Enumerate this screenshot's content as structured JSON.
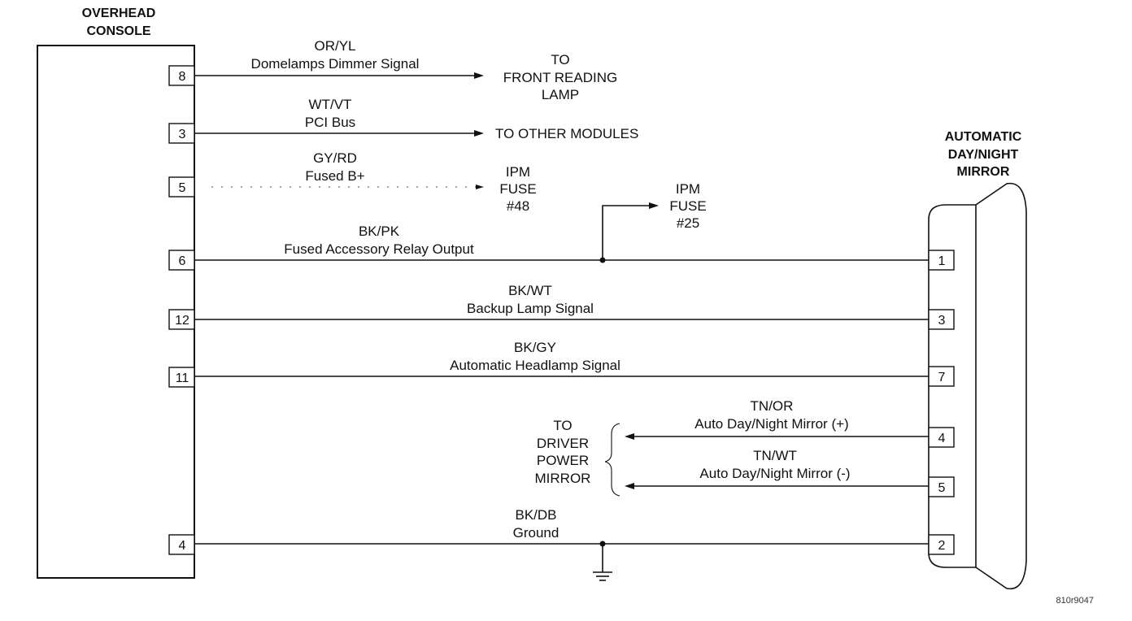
{
  "overhead_console": {
    "line1": "OVERHEAD",
    "line2": "CONSOLE"
  },
  "mirror": {
    "line1": "AUTOMATIC",
    "line2": "DAY/NIGHT",
    "line3": "MIRROR"
  },
  "circuits": [
    {
      "console_pin": "8",
      "color": "OR/YL",
      "desc": "Domelamps Dimmer Signal"
    },
    {
      "console_pin": "3",
      "color": "WT/VT",
      "desc": "PCI Bus"
    },
    {
      "console_pin": "5",
      "color": "GY/RD",
      "desc": "Fused B+"
    },
    {
      "console_pin": "6",
      "color": "BK/PK",
      "desc": "Fused Accessory Relay Output",
      "mirror_pin": "1"
    },
    {
      "console_pin": "12",
      "color": "BK/WT",
      "desc": "Backup Lamp Signal",
      "mirror_pin": "3"
    },
    {
      "console_pin": "11",
      "color": "BK/GY",
      "desc": "Automatic Headlamp Signal",
      "mirror_pin": "7"
    },
    {
      "color": "TN/OR",
      "desc": "Auto Day/Night Mirror (+)",
      "mirror_pin": "4"
    },
    {
      "color": "TN/WT",
      "desc": "Auto Day/Night Mirror (-)",
      "mirror_pin": "5"
    },
    {
      "console_pin": "4",
      "color": "BK/DB",
      "desc": "Ground",
      "mirror_pin": "2"
    }
  ],
  "destinations": {
    "front_reading_lamp": {
      "line1": "TO",
      "line2": "FRONT READING",
      "line3": "LAMP"
    },
    "other_modules": "TO OTHER MODULES",
    "ipm_fuse_48": {
      "line1": "IPM",
      "line2": "FUSE",
      "line3": "#48"
    },
    "ipm_fuse_25": {
      "line1": "IPM",
      "line2": "FUSE",
      "line3": "#25"
    },
    "driver_power_mirror": {
      "line1": "TO",
      "line2": "DRIVER",
      "line3": "POWER",
      "line4": "MIRROR"
    }
  },
  "figure_number": "810r9047"
}
